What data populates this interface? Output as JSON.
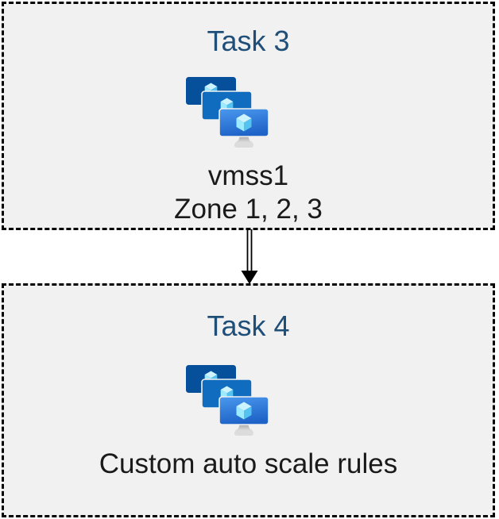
{
  "diagram": {
    "boxes": [
      {
        "title": "Task 3",
        "icon": "vmss-icon",
        "lines": [
          "vmss1",
          "Zone 1, 2, 3"
        ]
      },
      {
        "title": "Task 4",
        "icon": "vmss-icon",
        "lines": [
          "Custom auto scale rules"
        ]
      }
    ],
    "connector": {
      "type": "double-line-arrow",
      "direction": "down"
    },
    "colors": {
      "page_background": "#FFFFFF",
      "box_background": "#F1F1F1",
      "box_border": "#000000",
      "title_text": "#1F4E79",
      "body_text": "#1A1A1A",
      "arrow": "#000000",
      "monitor_back": "#06509B",
      "monitor_middle": "#0F6CBE",
      "monitor_front_top": "#4A99EE",
      "monitor_front_bottom": "#1F63C8",
      "cube_top": "#CDF3FF",
      "cube_left": "#9CEBFF",
      "cube_right": "#55C3EF",
      "stand_light": "#DCDCDC",
      "stand_dark": "#A5A5A5"
    }
  }
}
